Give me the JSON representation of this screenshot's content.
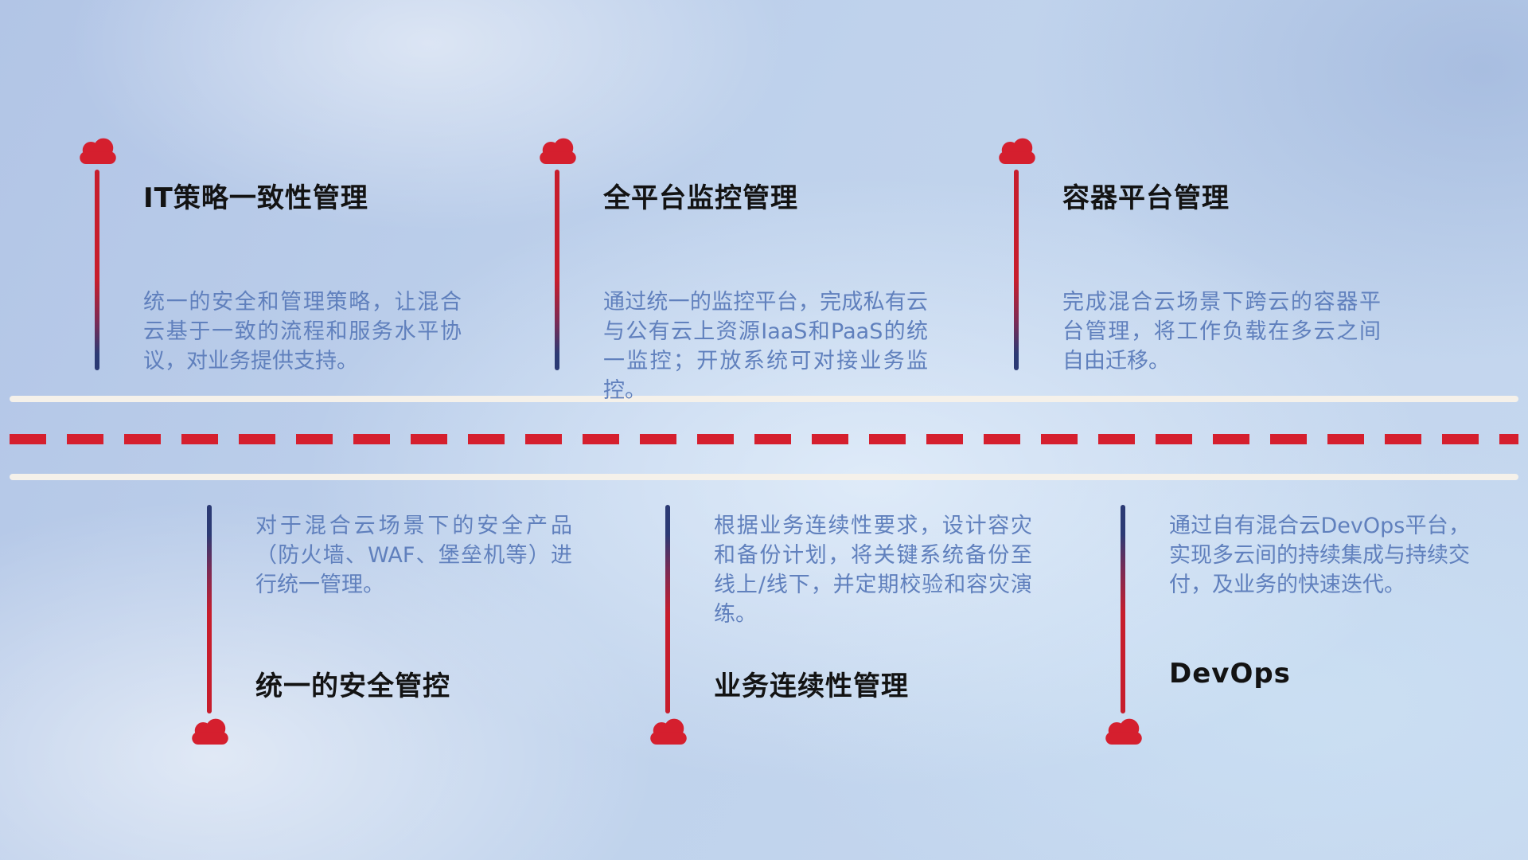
{
  "colors": {
    "accent_red": "#d51f2e",
    "accent_navy": "#2b3a74",
    "description_text": "#6080bd",
    "title_text": "#131313",
    "road_line": "#f5f1ea"
  },
  "top_items": [
    {
      "title": "IT策略一致性管理",
      "description": "统一的安全和管理策略，让混合云基于一致的流程和服务水平协议，对业务提供支持。"
    },
    {
      "title": "全平台监控管理",
      "description": "通过统一的监控平台，完成私有云与公有云上资源IaaS和PaaS的统一监控；开放系统可对接业务监控。"
    },
    {
      "title": "容器平台管理",
      "description": "完成混合云场景下跨云的容器平台管理，将工作负载在多云之间自由迁移。"
    }
  ],
  "bottom_items": [
    {
      "title": "统一的安全管控",
      "description": "对于混合云场景下的安全产品（防火墙、WAF、堡垒机等）进行统一管理。"
    },
    {
      "title": "业务连续性管理",
      "description": "根据业务连续性要求，设计容灾和备份计划，将关键系统备份至线上/线下，并定期校验和容灾演练。"
    },
    {
      "title": "DevOps",
      "description": "通过自有混合云DevOps平台，实现多云间的持续集成与持续交付，及业务的快速迭代。"
    }
  ]
}
